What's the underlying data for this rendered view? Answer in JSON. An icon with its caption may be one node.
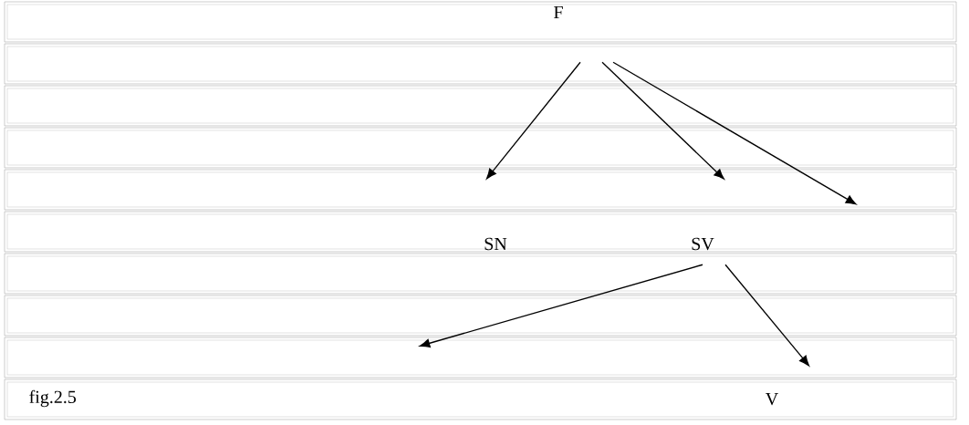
{
  "diagram": {
    "caption": "fig.2.5",
    "nodes": [
      {
        "text": [
          "F"
        ]
      },
      {
        "text": [
          "SN"
        ]
      },
      {
        "text": [
          "SV"
        ]
      },
      {
        "text": [
          "V"
        ]
      }
    ],
    "edges": [
      {
        "from": 0,
        "to": 1,
        "arrow": "to"
      },
      {
        "from": 0,
        "to": 2,
        "arrow": "to"
      },
      {
        "from": 0,
        "to": null,
        "arrow": "to"
      },
      {
        "from": 2,
        "to": null,
        "arrow": "to"
      },
      {
        "from": 2,
        "to": 3,
        "arrow": "to"
      }
    ]
  }
}
